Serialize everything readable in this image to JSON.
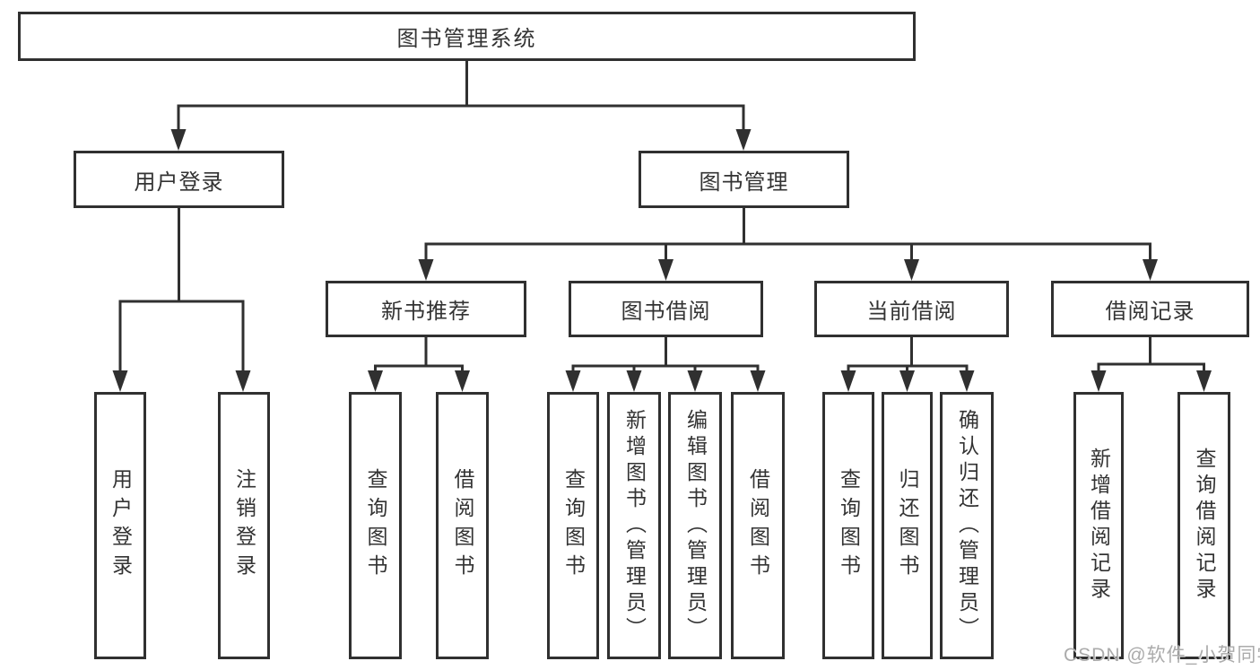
{
  "tree": {
    "root": "图书管理系统",
    "branches": [
      {
        "label": "用户登录",
        "children": [
          "用户登录",
          "注销登录"
        ]
      },
      {
        "label": "图书管理",
        "children": [
          {
            "label": "新书推荐",
            "children": [
              "查询图书",
              "借阅图书"
            ]
          },
          {
            "label": "图书借阅",
            "children": [
              "查询图书",
              "新增图书（管理员）",
              "编辑图书（管理员）",
              "借阅图书"
            ]
          },
          {
            "label": "当前借阅",
            "children": [
              "查询图书",
              "归还图书",
              "确认归还（管理员）"
            ]
          },
          {
            "label": "借阅记录",
            "children": [
              "新增借阅记录",
              "查询借阅记录"
            ]
          }
        ]
      }
    ]
  },
  "watermark": {
    "text": "CSDN @软件_小贺同学"
  },
  "colors": {
    "line": "#303030",
    "text": "#333333",
    "watermark": "#ababab",
    "background": "#ffffff"
  }
}
